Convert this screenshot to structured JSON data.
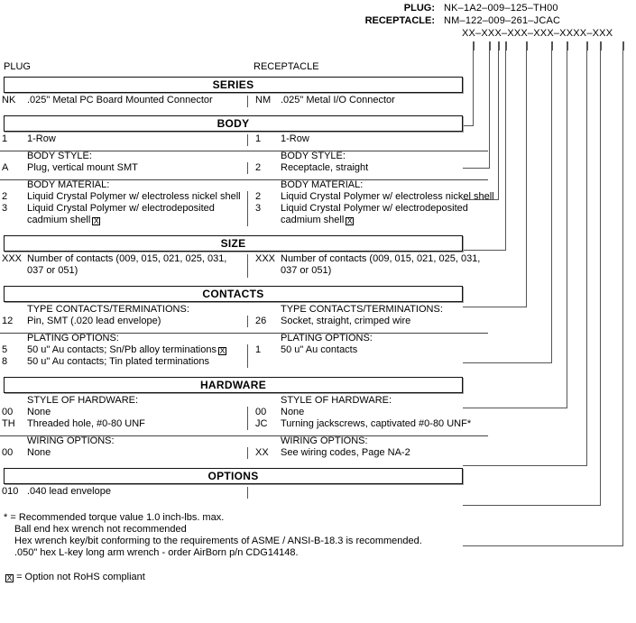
{
  "header": {
    "plug_label": "PLUG:",
    "plug_code": "NK–1A2–009–125–TH00",
    "receptacle_label": "RECEPTACLE:",
    "receptacle_code": "NM–122–009–261–JCAC",
    "mask_code": "XX–XXX–XXX–XXX–XXXX–XXX"
  },
  "columns": {
    "left": "PLUG",
    "right": "RECEPTACLE"
  },
  "sections": [
    {
      "title": "SERIES",
      "groups": [
        {
          "left": {
            "heading": "",
            "options": [
              {
                "code": "NK",
                "desc": ".025\" Metal PC Board Mounted Connector"
              }
            ]
          },
          "right": {
            "heading": "",
            "options": [
              {
                "code": "NM",
                "desc": ".025\" Metal I/O Connector"
              }
            ]
          }
        }
      ]
    },
    {
      "title": "BODY",
      "groups": [
        {
          "left": {
            "heading": "",
            "options": [
              {
                "code": "1",
                "desc": "1-Row"
              }
            ]
          },
          "right": {
            "heading": "",
            "options": [
              {
                "code": "1",
                "desc": "1-Row"
              }
            ]
          }
        },
        {
          "left": {
            "heading": "BODY STYLE:",
            "options": [
              {
                "code": "A",
                "desc": "Plug, vertical mount SMT"
              }
            ]
          },
          "right": {
            "heading": "BODY STYLE:",
            "options": [
              {
                "code": "2",
                "desc": "Receptacle, straight"
              }
            ]
          }
        },
        {
          "left": {
            "heading": "BODY MATERIAL:",
            "options": [
              {
                "code": "2",
                "desc": "Liquid Crystal Polymer w/ electroless nickel shell"
              },
              {
                "code": "3",
                "desc": "Liquid Crystal Polymer w/ electrodeposited",
                "desc2": "cadmium shell",
                "rohs2": true
              }
            ]
          },
          "right": {
            "heading": "BODY MATERIAL:",
            "options": [
              {
                "code": "2",
                "desc": "Liquid Crystal Polymer w/ electroless nickel shell"
              },
              {
                "code": "3",
                "desc": "Liquid Crystal Polymer w/ electrodeposited",
                "desc2": "cadmium shell",
                "rohs2": true
              }
            ]
          }
        }
      ]
    },
    {
      "title": "SIZE",
      "groups": [
        {
          "left": {
            "heading": "",
            "options": [
              {
                "code": "XXX",
                "desc": "Number of contacts (009, 015, 021, 025, 031,",
                "desc2": "037 or 051)"
              }
            ]
          },
          "right": {
            "heading": "",
            "options": [
              {
                "code": "XXX",
                "desc": "Number of contacts (009, 015, 021, 025, 031,",
                "desc2": "037 or 051)"
              }
            ]
          }
        }
      ]
    },
    {
      "title": "CONTACTS",
      "groups": [
        {
          "left": {
            "heading": "TYPE CONTACTS/TERMINATIONS:",
            "options": [
              {
                "code": "12",
                "desc": "Pin, SMT (.020 lead envelope)"
              }
            ]
          },
          "right": {
            "heading": "TYPE CONTACTS/TERMINATIONS:",
            "options": [
              {
                "code": "26",
                "desc": "Socket, straight, crimped wire"
              }
            ]
          }
        },
        {
          "left": {
            "heading": "PLATING OPTIONS:",
            "options": [
              {
                "code": "5",
                "desc": "50 u\" Au contacts; Sn/Pb alloy terminations",
                "rohs": true
              },
              {
                "code": "8",
                "desc": "50 u\" Au contacts; Tin plated terminations"
              }
            ]
          },
          "right": {
            "heading": "PLATING OPTIONS:",
            "options": [
              {
                "code": "1",
                "desc": "50 u\" Au contacts"
              }
            ]
          }
        }
      ]
    },
    {
      "title": "HARDWARE",
      "groups": [
        {
          "left": {
            "heading": "STYLE OF HARDWARE:",
            "options": [
              {
                "code": "00",
                "desc": "None"
              },
              {
                "code": "TH",
                "desc": "Threaded hole, #0-80 UNF"
              }
            ]
          },
          "right": {
            "heading": "STYLE OF HARDWARE:",
            "options": [
              {
                "code": "00",
                "desc": "None"
              },
              {
                "code": "JC",
                "desc": "Turning jackscrews, captivated #0-80 UNF*"
              }
            ]
          }
        },
        {
          "left": {
            "heading": "WIRING OPTIONS:",
            "options": [
              {
                "code": "00",
                "desc": "None"
              }
            ]
          },
          "right": {
            "heading": "WIRING OPTIONS:",
            "options": [
              {
                "code": "XX",
                "desc": "See wiring codes, Page NA-2"
              }
            ]
          }
        }
      ]
    },
    {
      "title": "OPTIONS",
      "groups": [
        {
          "left": {
            "heading": "",
            "options": [
              {
                "code": "010",
                "desc": ".040 lead envelope"
              }
            ]
          },
          "right": {
            "heading": "",
            "options": []
          }
        }
      ]
    }
  ],
  "footnotes": {
    "asterisk": [
      "* = Recommended torque value 1.0 inch-lbs. max.",
      "Ball end hex wrench not recommended",
      "Hex wrench key/bit conforming to the requirements of ASME / ANSI-B-18.3 is recommended.",
      ".050\" hex L-key long arm wrench - order AirBorn p/n CDG14148."
    ],
    "rohs_note": "= Option not RoHS compliant"
  }
}
